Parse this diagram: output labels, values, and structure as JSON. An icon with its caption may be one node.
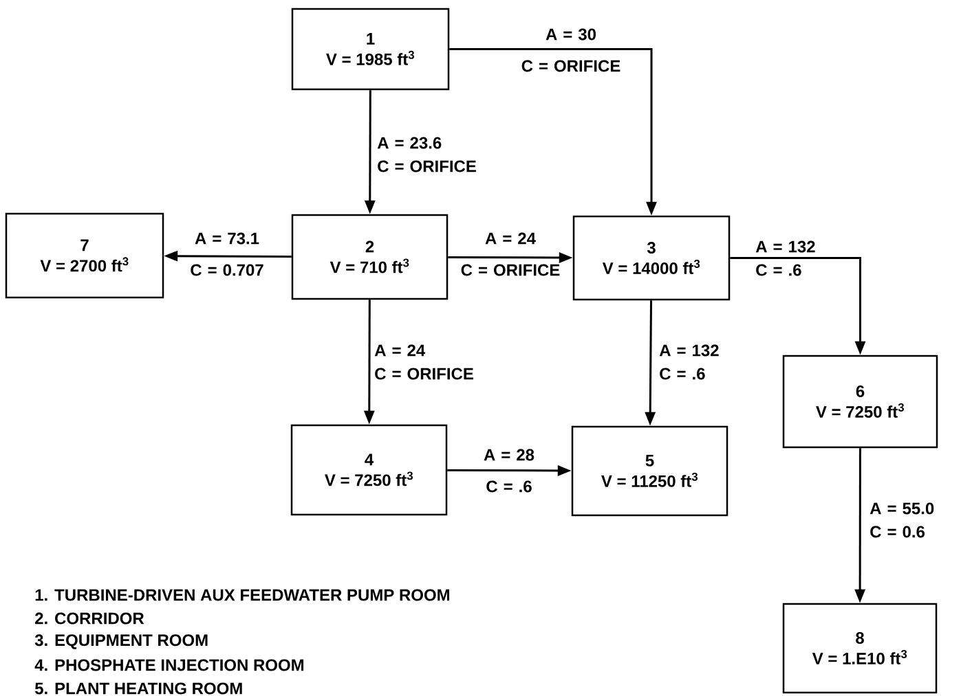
{
  "diagram": {
    "nodes": [
      {
        "text": [
          "1",
          "V = 1985 ft$^{3}$"
        ]
      },
      {
        "text": [
          "2",
          "V = 710 ft$^{3}$"
        ]
      },
      {
        "text": [
          "3",
          "V = 14000 ft$^{3}$"
        ]
      },
      {
        "text": [
          "4",
          "V = 7250 ft$^{3}$"
        ]
      },
      {
        "text": [
          "5",
          "V = 11250 ft$^{3}$"
        ]
      },
      {
        "text": [
          "6",
          "V = 7250 ft$^{3}$"
        ]
      },
      {
        "text": [
          "7",
          "V = 2700 ft$^{3}$"
        ]
      },
      {
        "text": [
          "8",
          "V = 1.E10 ft$^{3}$"
        ]
      }
    ],
    "edges": [
      {
        "from": 0,
        "to": 2,
        "arrow": "to",
        "label": "A = 30 C = ORIFICE"
      },
      {
        "from": 0,
        "to": 1,
        "arrow": "to",
        "label": "A = 23.6 C = ORIFICE"
      },
      {
        "from": 1,
        "to": 6,
        "arrow": "to",
        "label": "A = 73.1 C = 0.707"
      },
      {
        "from": 1,
        "to": 2,
        "arrow": "to",
        "label": "A = 24 C = ORIFICE"
      },
      {
        "from": 2,
        "to": 5,
        "arrow": "to",
        "label": "A = 132 C = .6"
      },
      {
        "from": 1,
        "to": 3,
        "arrow": "to",
        "label": "A = 24 C = ORIFICE"
      },
      {
        "from": 2,
        "to": 4,
        "arrow": "to",
        "label": "A = 132 C = .6"
      },
      {
        "from": 3,
        "to": 4,
        "arrow": "to",
        "label": "A = 28 C = .6"
      },
      {
        "from": 5,
        "to": 7,
        "arrow": "to",
        "label": "A = 55.0 C = 0.6"
      }
    ],
    "labels": [
      "1. TURBINE-DRIVEN AUX FEEDWATER PUMP ROOM",
      "2. CORRIDOR",
      "3. EQUIPMENT ROOM",
      "4. PHOSPHATE INJECTION ROOM",
      "5. PLANT HEATING ROOM"
    ]
  }
}
